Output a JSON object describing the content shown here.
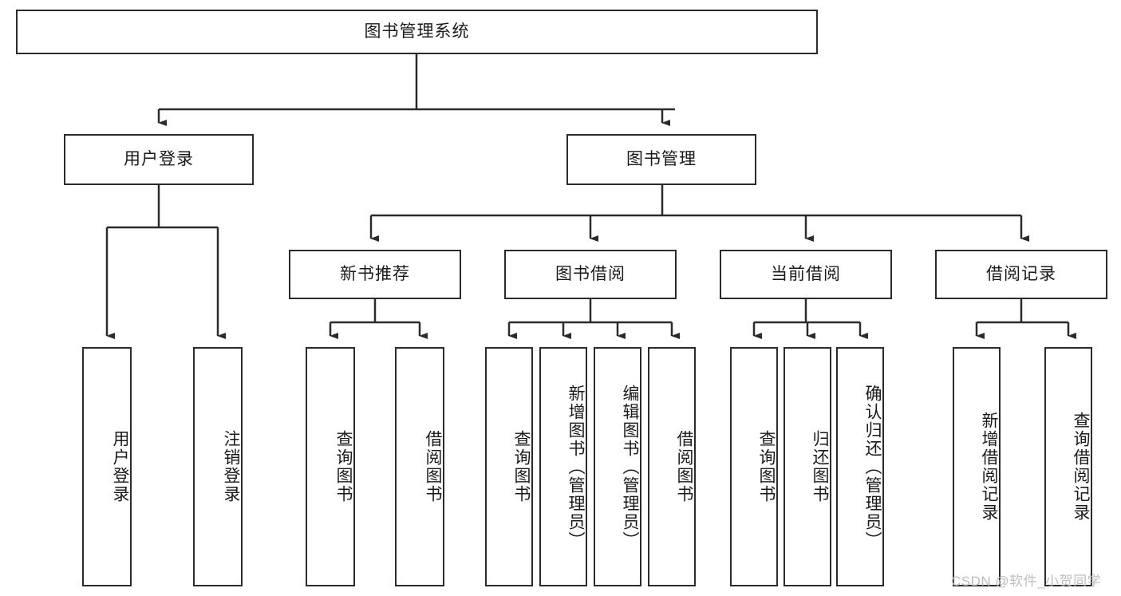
{
  "diagram": {
    "title": "图书管理系统",
    "type": "tree-hierarchy-chart",
    "root": {
      "label": "图书管理系统"
    },
    "level2": [
      {
        "label": "用户登录"
      },
      {
        "label": "图书管理"
      }
    ],
    "level3": [
      {
        "label": "新书推荐"
      },
      {
        "label": "图书借阅"
      },
      {
        "label": "当前借阅"
      },
      {
        "label": "借阅记录"
      }
    ],
    "leaves": {
      "user_login": [
        {
          "label": "用户登录"
        },
        {
          "label": "注销登录"
        }
      ],
      "new_book_recommend": [
        {
          "label": "查询图书"
        },
        {
          "label": "借阅图书"
        }
      ],
      "book_borrow": [
        {
          "label": "查询图书"
        },
        {
          "label": "新增图书（管理员）"
        },
        {
          "label": "编辑图书（管理员）"
        },
        {
          "label": "借阅图书"
        }
      ],
      "current_borrow": [
        {
          "label": "查询图书"
        },
        {
          "label": "归还图书"
        },
        {
          "label": "确认归还（管理员）"
        }
      ],
      "borrow_record": [
        {
          "label": "新增借阅记录"
        },
        {
          "label": "查询借阅记录"
        }
      ]
    }
  },
  "watermark": {
    "text": "CSDN @软件_小贺同学"
  },
  "colors": {
    "border": "#2b2b2b",
    "text": "#1a1a1a",
    "background": "#ffffff",
    "watermark": "#bdbdbd"
  }
}
